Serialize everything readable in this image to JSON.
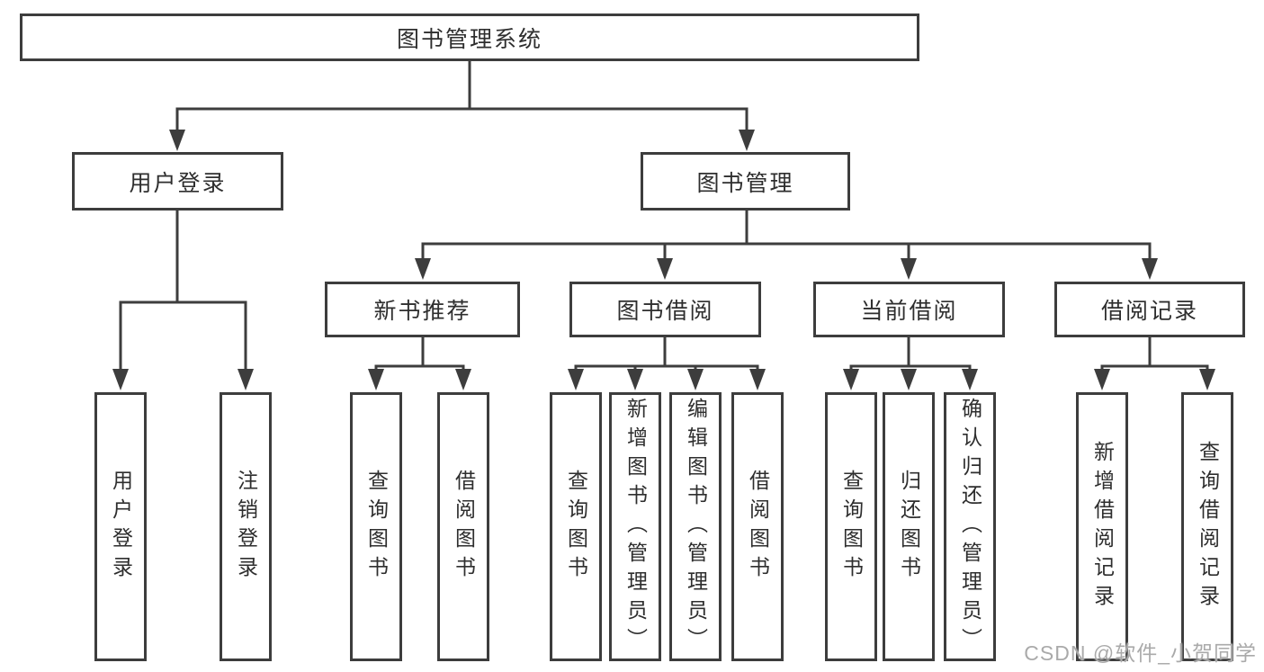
{
  "title": "图书管理系统",
  "tree": {
    "user_login": {
      "label": "用户登录",
      "children": [
        "用户登录",
        "注销登录"
      ]
    },
    "book_mgmt": {
      "label": "图书管理",
      "groups": [
        {
          "label": "新书推荐",
          "children": [
            "查询图书",
            "借阅图书"
          ]
        },
        {
          "label": "图书借阅",
          "children": [
            "查询图书",
            "新增图书（管理员）",
            "编辑图书（管理员）",
            "借阅图书"
          ]
        },
        {
          "label": "当前借阅",
          "children": [
            "查询图书",
            "归还图书",
            "确认归还（管理员）"
          ]
        },
        {
          "label": "借阅记录",
          "children": [
            "新增借阅记录",
            "查询借阅记录"
          ]
        }
      ]
    }
  },
  "watermark": "CSDN @软件_小贺同学",
  "colors": {
    "line": "#3d3d3d",
    "box_border": "#3d3d3d",
    "box_bg": "#ffffff",
    "text": "#2e2e2e",
    "watermark": "#aaaaaa"
  }
}
